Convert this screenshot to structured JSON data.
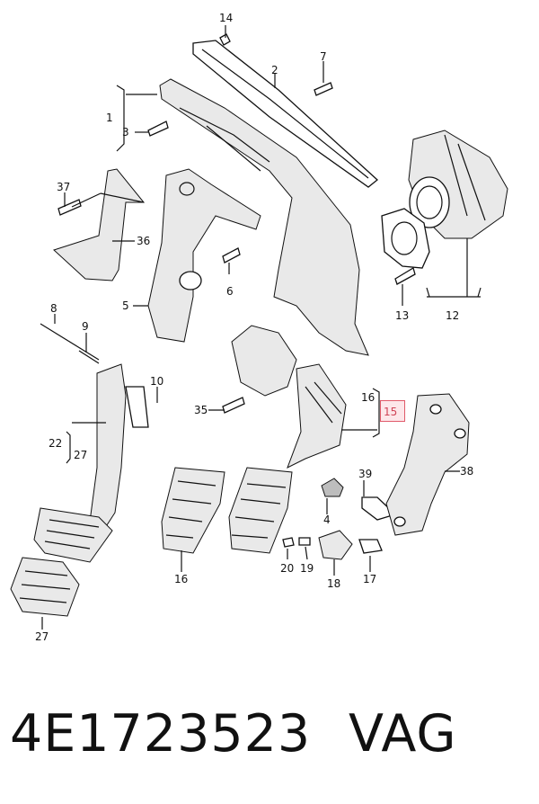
{
  "callouts": [
    {
      "id": "14",
      "text": "14"
    },
    {
      "id": "2",
      "text": "2"
    },
    {
      "id": "7",
      "text": "7"
    },
    {
      "id": "1",
      "text": "1"
    },
    {
      "id": "3",
      "text": "3"
    },
    {
      "id": "37",
      "text": "37"
    },
    {
      "id": "36",
      "text": "36"
    },
    {
      "id": "6",
      "text": "6"
    },
    {
      "id": "5",
      "text": "5"
    },
    {
      "id": "13",
      "text": "13"
    },
    {
      "id": "12",
      "text": "12"
    },
    {
      "id": "8",
      "text": "8"
    },
    {
      "id": "9",
      "text": "9"
    },
    {
      "id": "10",
      "text": "10"
    },
    {
      "id": "35",
      "text": "35"
    },
    {
      "id": "16a",
      "text": "16"
    },
    {
      "id": "22",
      "text": "22"
    },
    {
      "id": "27a",
      "text": "27"
    },
    {
      "id": "38",
      "text": "38"
    },
    {
      "id": "39",
      "text": "39"
    },
    {
      "id": "4",
      "text": "4"
    },
    {
      "id": "20",
      "text": "20"
    },
    {
      "id": "19",
      "text": "19"
    },
    {
      "id": "18",
      "text": "18"
    },
    {
      "id": "17",
      "text": "17"
    },
    {
      "id": "16b",
      "text": "16"
    },
    {
      "id": "27b",
      "text": "27"
    }
  ],
  "highlight": {
    "text": "15",
    "color": "#e05a6a"
  },
  "footer": {
    "part_number": "4E1723523",
    "brand": "VAG"
  }
}
